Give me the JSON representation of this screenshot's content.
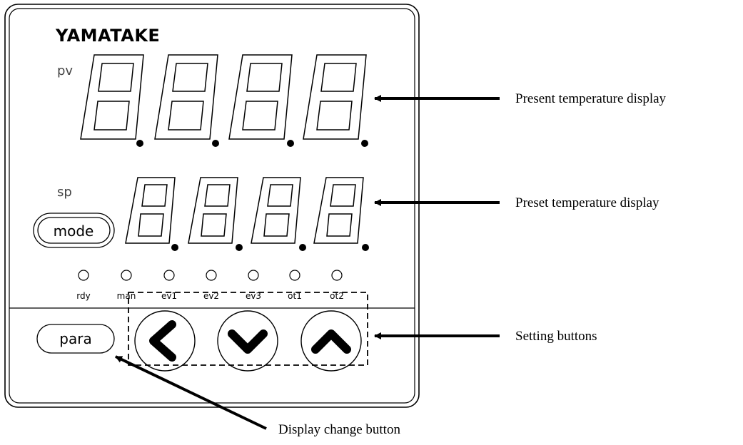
{
  "brand": "YAMATAKE",
  "displays": {
    "pv_label": "pv",
    "sp_label": "sp"
  },
  "buttons": {
    "mode": "mode",
    "para": "para",
    "left_icon": "chevron-left-icon",
    "down_icon": "chevron-down-icon",
    "up_icon": "chevron-up-icon"
  },
  "indicators": [
    "rdy",
    "man",
    "ev1",
    "ev2",
    "ev3",
    "ot1",
    "ot2"
  ],
  "callouts": {
    "present": "Present temperature display",
    "preset": "Preset temperature display",
    "setting": "Setting buttons",
    "display_change": "Display change button"
  },
  "colors": {
    "line": "#000000",
    "background": "#ffffff"
  }
}
